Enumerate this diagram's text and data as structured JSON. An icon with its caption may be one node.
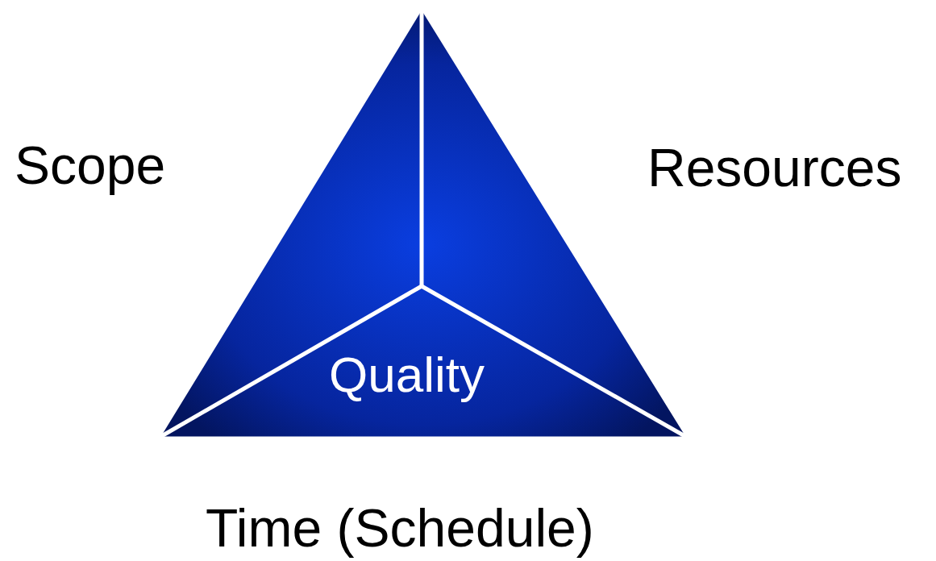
{
  "diagram": {
    "nodes": [
      {
        "text": [
          "Quality"
        ]
      }
    ],
    "labels": [
      "Scope",
      "Resources",
      "Time (Schedule)"
    ]
  }
}
